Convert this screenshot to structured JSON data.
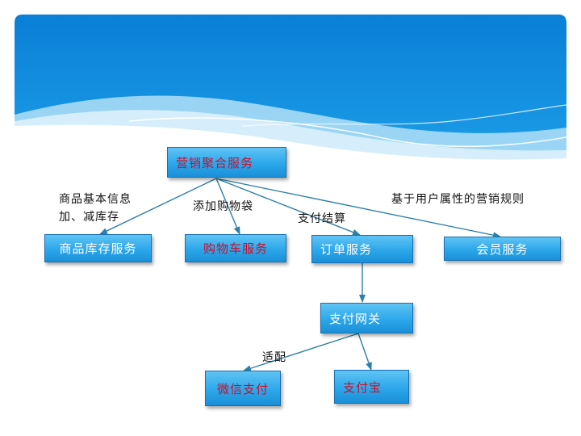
{
  "nodes": {
    "marketing": "营销聚合服务",
    "inventory": "商品库存服务",
    "cart": "购物车服务",
    "order": "订单服务",
    "member": "会员服务",
    "gateway": "支付网关",
    "wechat": "微信支付",
    "alipay": "支付宝"
  },
  "edge_labels": {
    "inventory_line1": "商品基本信息",
    "inventory_line2": "加、减库存",
    "cart": "添加购物袋",
    "order": "支付结算",
    "member": "基于用户属性的营销规则",
    "adapt": "适配"
  },
  "colors": {
    "node_fill": "#2ca7ea",
    "node_text_red": "#c8102e",
    "node_text_white": "#ffffff",
    "edge": "#2d7fa6"
  }
}
